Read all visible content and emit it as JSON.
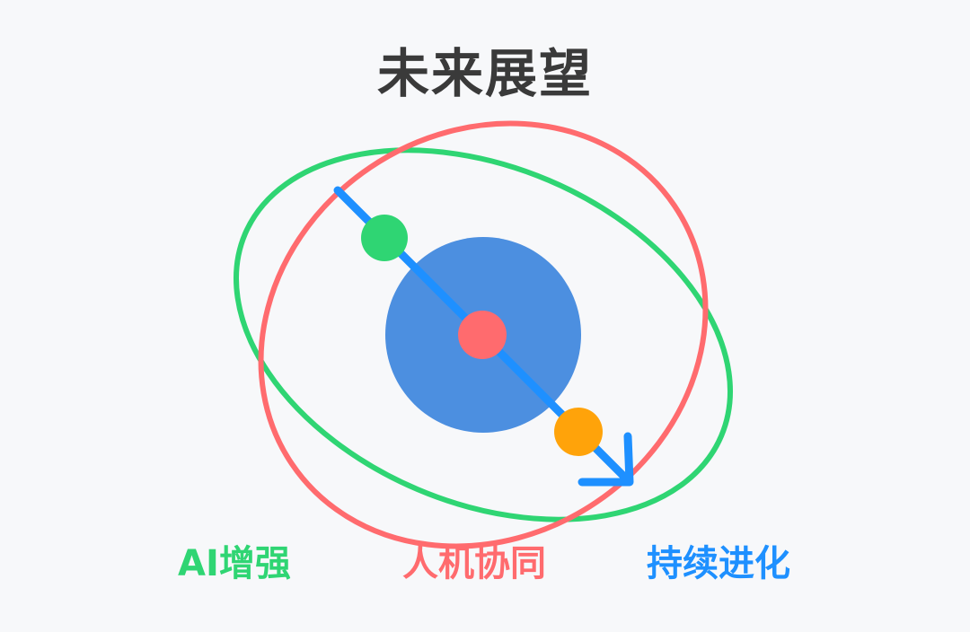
{
  "title": "未来展望",
  "labels": {
    "left": "AI增强",
    "center": "人机协同",
    "right": "持续进化"
  },
  "colors": {
    "background": "#f7f8fa",
    "title": "#3a3a3a",
    "green": "#2fd573",
    "red": "#ff6b6e",
    "blue": "#1e90ff",
    "core": "#4c8fe0",
    "orange": "#ffa30a"
  }
}
